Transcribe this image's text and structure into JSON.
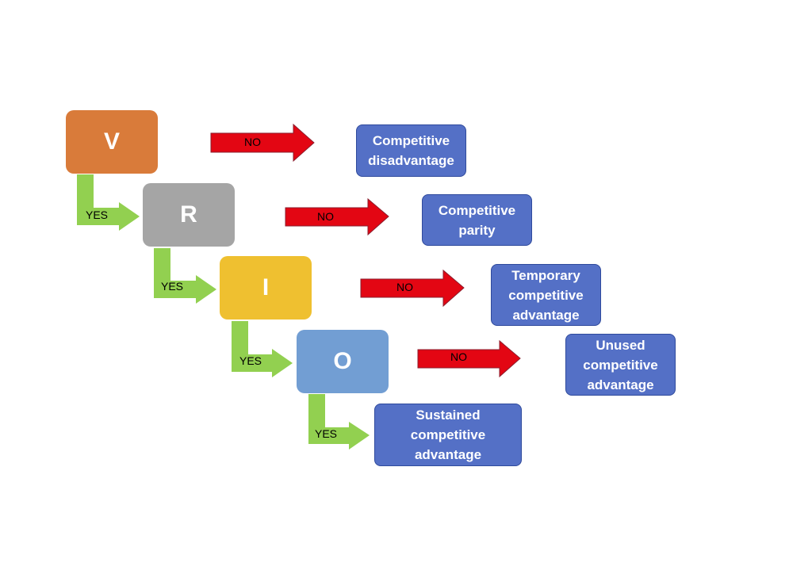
{
  "colors": {
    "v": "#d97b3a",
    "r": "#a5a5a5",
    "i": "#efc030",
    "o": "#729ed3",
    "outcome": "#5470c6",
    "no_arrow": "#e30613",
    "yes_arrow": "#92d050"
  },
  "steps": [
    {
      "letter": "V",
      "no_label": "NO",
      "yes_label": "YES",
      "outcome": "Competitive disadvantage"
    },
    {
      "letter": "R",
      "no_label": "NO",
      "yes_label": "YES",
      "outcome": "Competitive parity"
    },
    {
      "letter": "I",
      "no_label": "NO",
      "yes_label": "YES",
      "outcome": "Temporary competitive advantage"
    },
    {
      "letter": "O",
      "no_label": "NO",
      "yes_label": "YES",
      "outcome": "Unused competitive advantage"
    }
  ],
  "final_outcome": "Sustained competitive advantage"
}
